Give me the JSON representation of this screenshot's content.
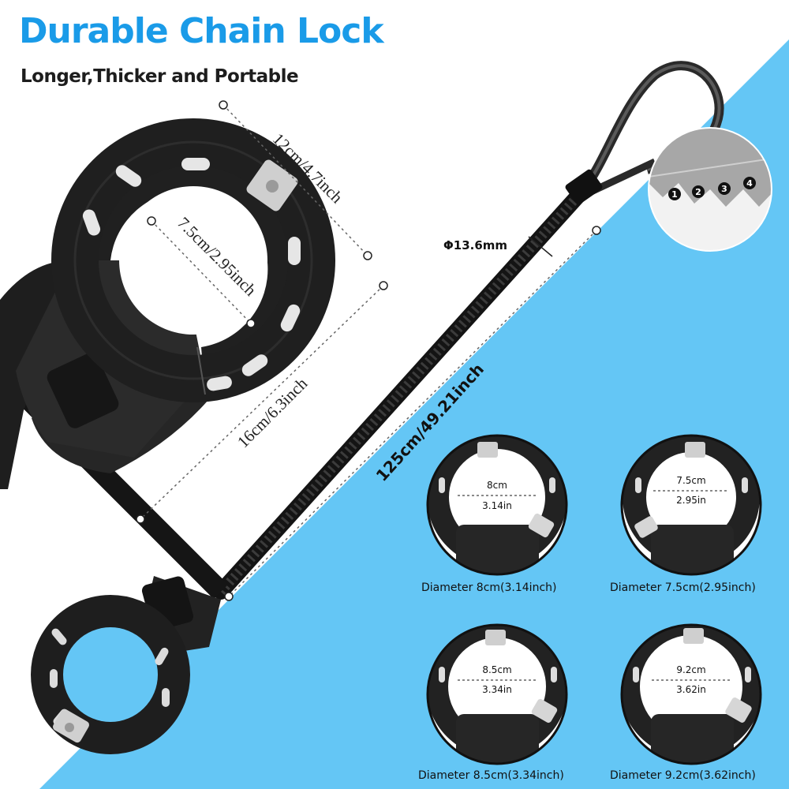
{
  "header": {
    "title": "Durable Chain Lock",
    "subtitle": "Longer,Thicker and Portable"
  },
  "dimensions": {
    "outer_width": "12cm/4.7inch",
    "inner_diameter": "7.5cm/2.95inch",
    "body_length": "16cm/6.3inch",
    "cable_length": "125cm/49.21inch",
    "cable_thickness": "Φ13.6mm"
  },
  "gear_positions": [
    "1",
    "2",
    "3",
    "4"
  ],
  "size_options": [
    {
      "cm": "8cm",
      "inch": "3.14in",
      "caption": "Diameter 8cm(3.14inch)"
    },
    {
      "cm": "7.5cm",
      "inch": "2.95in",
      "caption": "Diameter 7.5cm(2.95inch)"
    },
    {
      "cm": "8.5cm",
      "inch": "3.34in",
      "caption": "Diameter 8.5cm(3.34inch)"
    },
    {
      "cm": "9.2cm",
      "inch": "3.62in",
      "caption": "Diameter 9.2cm(3.62inch)"
    }
  ],
  "colors": {
    "accent_blue": "#1a9be8",
    "sky_blue": "#64c6f5",
    "lock_black": "#1c1c1c"
  }
}
